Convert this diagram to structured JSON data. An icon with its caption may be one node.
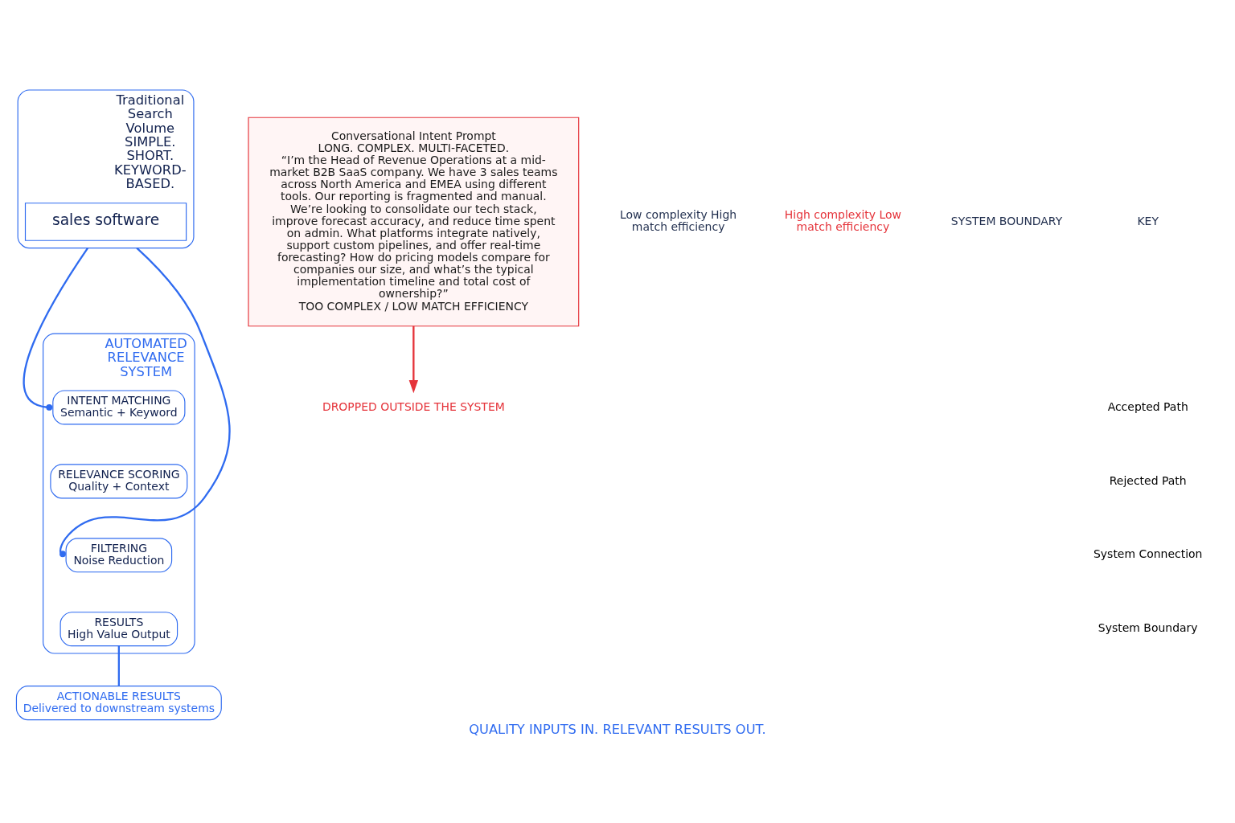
{
  "diagram": {
    "caption": "QUALITY INPUTS IN. RELEVANT RESULTS OUT.",
    "nodes": [
      {
        "text": [
          "Traditional Search Volume",
          "SIMPLE. SHORT. KEYWORD-BASED."
        ]
      },
      {
        "text": [
          "sales software"
        ],
        "in": 0
      },
      {
        "text": [
          "AUTOMATED RELEVANCE SYSTEM"
        ]
      },
      {
        "text": [
          "INTENT MATCHING",
          "Semantic + Keyword"
        ],
        "in": 2
      },
      {
        "text": [
          "RELEVANCE SCORING",
          "Quality + Context"
        ],
        "in": 2
      },
      {
        "text": [
          "FILTERING",
          "Noise Reduction"
        ],
        "in": 2
      },
      {
        "text": [
          "RESULTS",
          "High Value Output"
        ],
        "in": 2
      },
      {
        "text": [
          "ACTIONABLE RESULTS",
          "Delivered to downstream systems"
        ]
      },
      {
        "text": [
          "Conversational Intent Prompt",
          "LONG. COMPLEX. MULTI-FACETED.",
          "“I’m the Head of Revenue Operations at a mid-market B2B SaaS company. We have 3 sales teams across North America and EMEA using different tools. Our reporting is fragmented and manual. We’re looking to consolidate our tech stack, improve forecast accuracy, and reduce time spent on admin. What platforms integrate natively, support custom pipelines, and offer real-time forecasting? How do pricing models compare for companies our size, and what’s the typical implementation timeline and total cost of ownership?”",
          "TOO COMPLEX / LOW MATCH EFFICIENCY"
        ]
      },
      {
        "text": [
          "DROPPED OUTSIDE THE SYSTEM"
        ]
      }
    ],
    "edges": [
      {
        "from": 0,
        "to": 3,
        "arrow": "other"
      },
      {
        "from": 0,
        "to": 5,
        "arrow": "other"
      },
      {
        "from": 6,
        "to": 7,
        "arrow": "none"
      },
      {
        "from": 8,
        "to": 9,
        "arrow": "to",
        "color": "#e5333a"
      }
    ],
    "labels": [
      "Low complexity High match efficiency",
      "High complexity Low match efficiency",
      "SYSTEM BOUNDARY",
      "KEY"
    ],
    "legend": [
      {
        "text": "Accepted Path"
      },
      {
        "text": "Rejected Path"
      },
      {
        "text": "System Connection"
      },
      {
        "text": "System Boundary"
      }
    ]
  }
}
